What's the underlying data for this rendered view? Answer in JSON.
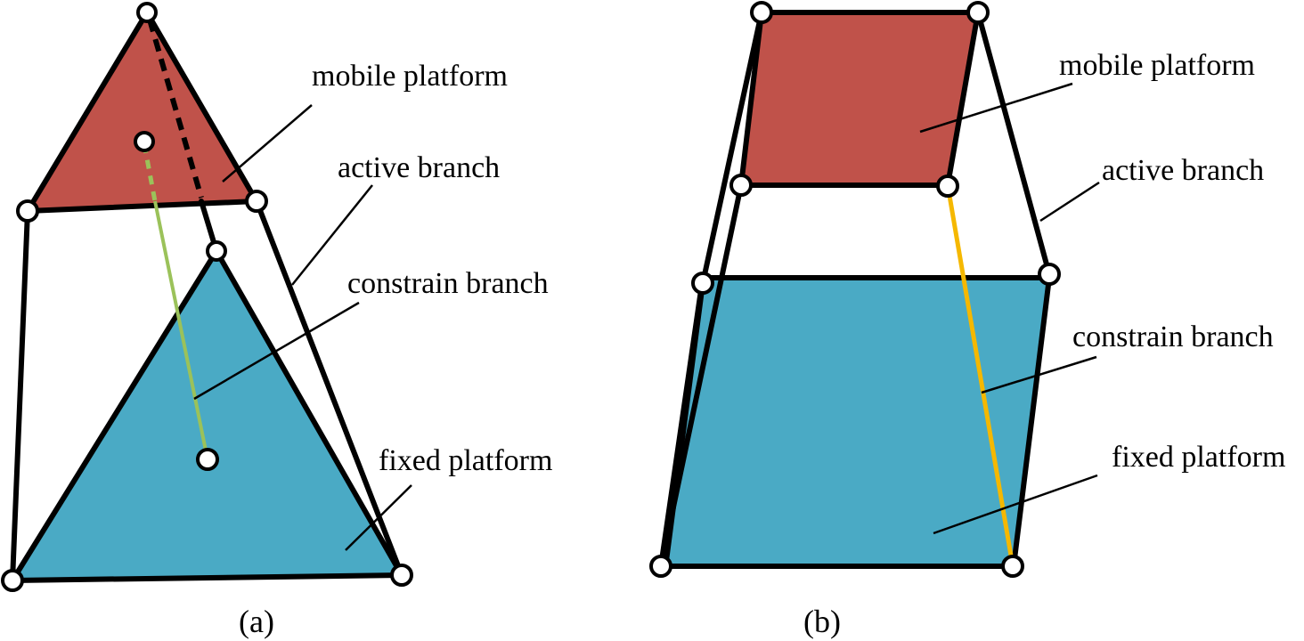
{
  "colors": {
    "mobile_platform": "#c0524a",
    "fixed_platform": "#4aaac5",
    "constrain_branch_a": "#9bc25a",
    "constrain_branch_b": "#f5b800",
    "stroke": "#000000",
    "joint_fill": "#ffffff"
  },
  "diagram_a": {
    "caption": "(a)",
    "labels": {
      "mobile_platform": "mobile platform",
      "active_branch": "active branch",
      "constrain_branch": "constrain branch",
      "fixed_platform": "fixed platform"
    },
    "mobile_shape": "triangle",
    "fixed_shape": "triangle"
  },
  "diagram_b": {
    "caption": "(b)",
    "labels": {
      "mobile_platform": "mobile platform",
      "active_branch": "active branch",
      "constrain_branch": "constrain branch",
      "fixed_platform": "fixed platform"
    },
    "mobile_shape": "quadrilateral",
    "fixed_shape": "quadrilateral"
  }
}
